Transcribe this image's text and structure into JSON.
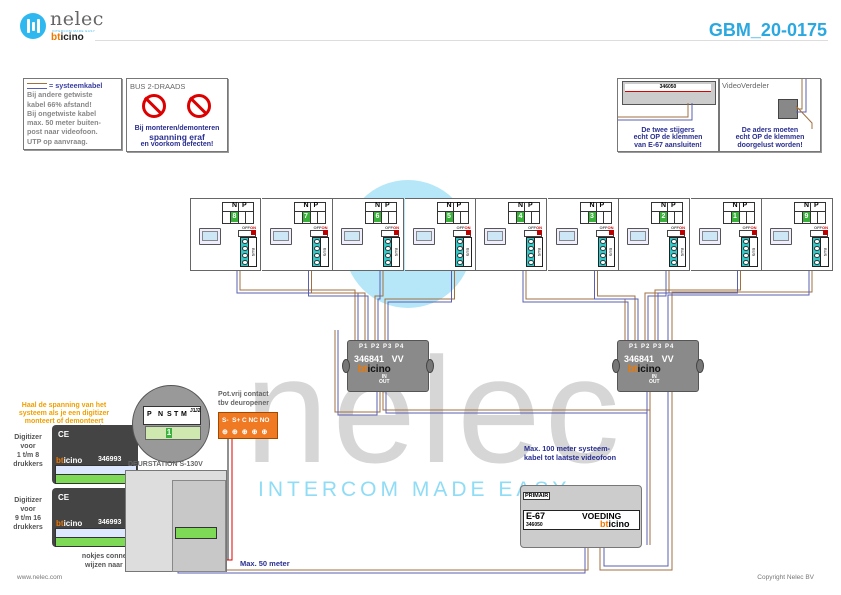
{
  "header": {
    "brand": "nelec",
    "tagline": "INTERCOM MADE EASY",
    "partner_brand_prefix": "bt",
    "partner_brand_suffix": "icino",
    "doc_code": "GBM_20-0175"
  },
  "legend_cable": {
    "title": "= systeemkabel",
    "lines": [
      "Bij andere getwiste",
      "kabel 66% afstand!",
      "Bij ongetwiste kabel",
      "max. 50 meter buiten-",
      "post naar videofoon.",
      "UTP op aanvraag."
    ]
  },
  "legend_bus": {
    "title": "BUS 2-DRAADS",
    "warning_lines": [
      "Bij monteren/demonteren",
      "spanning eraf",
      "en voorkom defecten!"
    ],
    "icons": [
      "no-plug-icon",
      "no-voltage-icon"
    ]
  },
  "tip_e67": {
    "device_code": "346050",
    "lines": [
      "De twee stijgers",
      "echt OP de klemmen",
      "van E-67 aansluiten!"
    ]
  },
  "tip_videoverdeler": {
    "title": "VideoVerdeler",
    "lines": [
      "De aders moeten",
      "echt OP de klemmen",
      "doorgelust worden!"
    ]
  },
  "videophones": {
    "np_header": {
      "n": "N",
      "p": "P"
    },
    "switch": {
      "off": "OFF",
      "on": "ON"
    },
    "terminal_label": "BUS",
    "units": [
      {
        "number": "8"
      },
      {
        "number": "7"
      },
      {
        "number": "6"
      },
      {
        "number": "5"
      },
      {
        "number": "4"
      },
      {
        "number": "3"
      },
      {
        "number": "2"
      },
      {
        "number": "1"
      },
      {
        "number": "9"
      }
    ]
  },
  "distributors": [
    {
      "ports": "P1 P2 P3 P4",
      "id": "346841",
      "suffix": "VV",
      "in": "IN",
      "out": "OUT"
    },
    {
      "ports": "P1 P2 P3 P4",
      "id": "346841",
      "suffix": "VV",
      "in": "IN",
      "out": "OUT"
    }
  ],
  "left_notes": {
    "warning": [
      "Haal de spanning van het",
      "systeem als je een digitizer",
      "monteert of demonteert"
    ],
    "digitizer1": [
      "Digitizer",
      "voor",
      "1 t/m 8",
      "drukkers"
    ],
    "digitizer2": [
      "Digitizer",
      "voor",
      "9 t/m 16",
      "drukkers"
    ],
    "connectors": [
      "nokjes connectoren",
      "wijzen naar elkaar"
    ]
  },
  "digitizers": [
    {
      "ce": "CE",
      "id": "346993"
    },
    {
      "ce": "CE",
      "id": "346993"
    }
  ],
  "connector_zoom": {
    "labels": [
      "P",
      "N",
      "S",
      "T",
      "M",
      "J1",
      "J2"
    ],
    "selected": "1"
  },
  "door_station": {
    "title": "DEURSTATION S-130V"
  },
  "relay": {
    "caption": [
      "Pot.vrij contact",
      "tbv deuropener"
    ],
    "terminals": "S-  S+ C NC NO"
  },
  "power_supply": {
    "primary": "PRIMAIR",
    "model": "E-67",
    "name": "VOEDING",
    "id": "346050",
    "note": [
      "Max. 100 meter systeem-",
      "kabel tot laatste videofoon"
    ]
  },
  "cable_note": "Max. 50 meter",
  "watermark": {
    "brand": "nelec",
    "tagline": "INTERCOM MADE EASY"
  },
  "footer": {
    "left": "www.nelec.com",
    "right": "Copyright Nelec BV"
  },
  "colors": {
    "accent": "#2ba8e0",
    "note_blue": "#2a2f90",
    "warning_orange": "#f0a000",
    "wire_brown": "#a07040",
    "wire_blue": "#5a5fb0"
  }
}
